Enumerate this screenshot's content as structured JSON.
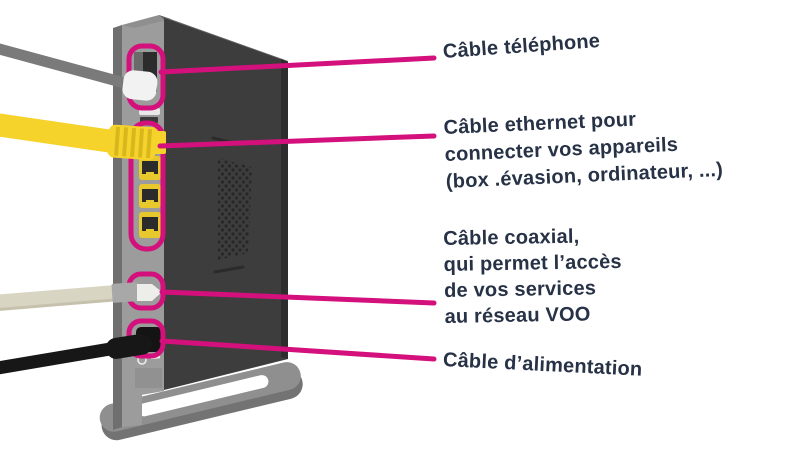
{
  "labels": {
    "phone": {
      "lines": [
        "Câble téléphone"
      ]
    },
    "ethernet": {
      "lines": [
        "Câble ethernet pour",
        "connecter vos appareils",
        "(box .évasion, ordinateur, ...)"
      ]
    },
    "coaxial": {
      "lines": [
        "Câble coaxial,",
        "qui permet l’accès",
        "de vos services",
        "au réseau VOO"
      ]
    },
    "power": {
      "lines": [
        "Câble d’alimentation"
      ]
    }
  },
  "icons": {
    "power_standby_icon": "circle-outline",
    "power_on_icon": "dash"
  },
  "colors": {
    "accent_magenta": "#d4107c",
    "label_text": "#273246",
    "cable_phone_gray": "#7a7a7a",
    "cable_ethernet_yellow": "#f6d32b",
    "cable_coaxial_beige": "#d9d5c3",
    "cable_power_black": "#171717",
    "device_body_dark": "#3d3d3d",
    "device_panel_gray": "#9c9c9c"
  }
}
